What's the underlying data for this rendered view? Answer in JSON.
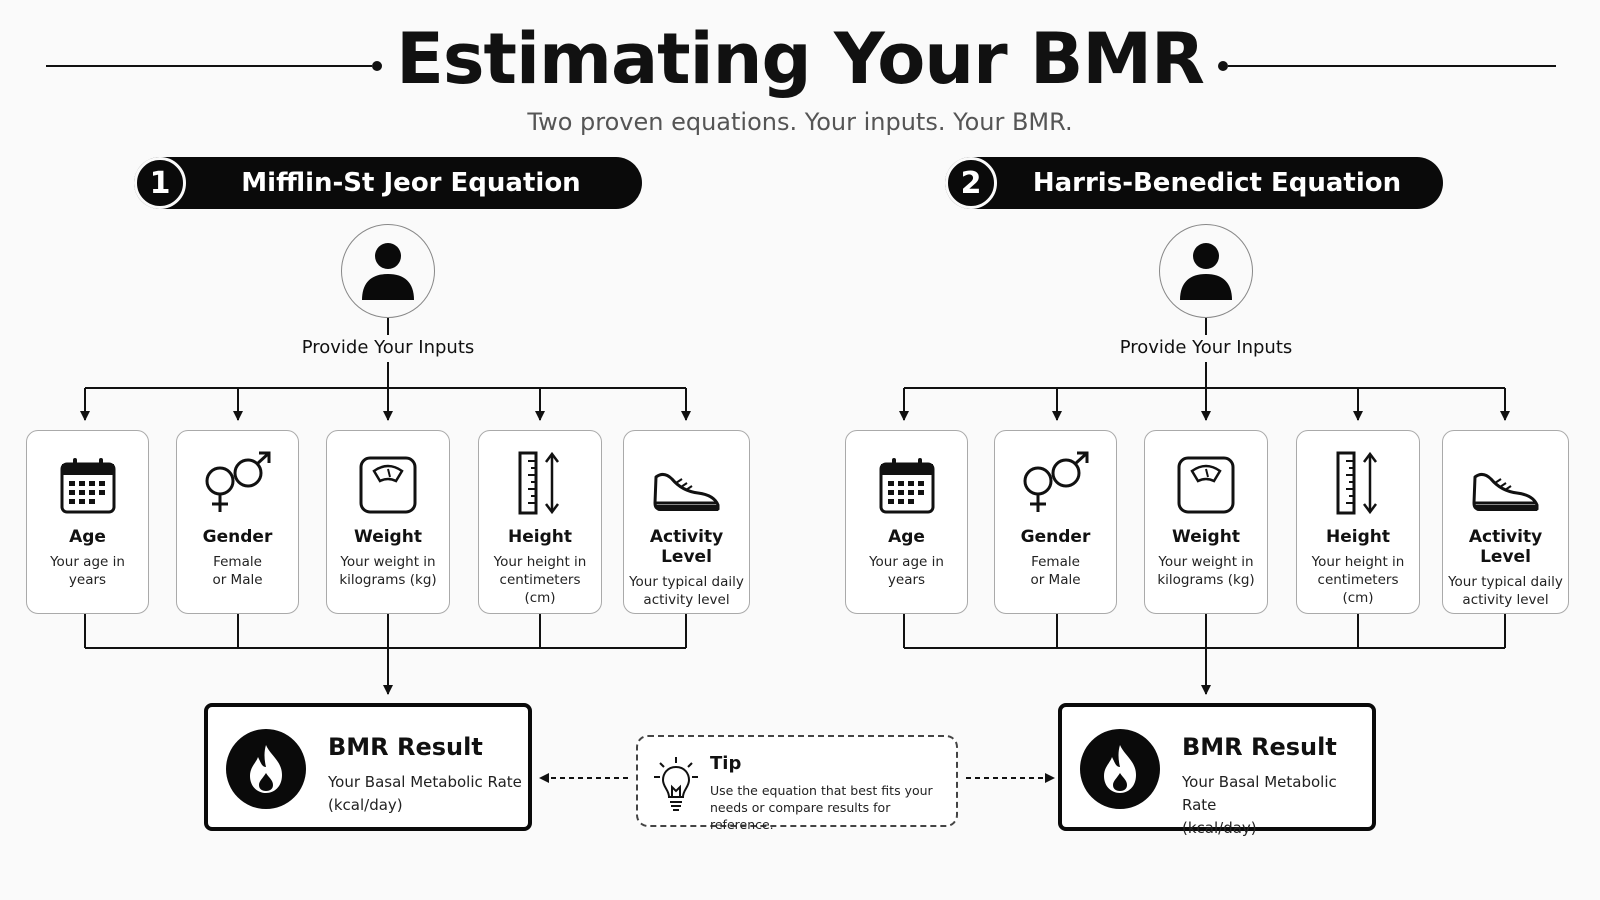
{
  "title": "Estimating Your BMR",
  "subtitle": "Two proven equations. Your inputs. Your BMR.",
  "equations": [
    {
      "number": "1",
      "name": "Mifflin-St Jeor Equation",
      "inputs_label": "Provide Your Inputs",
      "inputs": [
        {
          "icon": "calendar-icon",
          "title": "Age",
          "desc1": "Your age in",
          "desc2": "years"
        },
        {
          "icon": "gender-icon",
          "title": "Gender",
          "desc1": "Female",
          "desc2": "or Male"
        },
        {
          "icon": "scale-icon",
          "title": "Weight",
          "desc1": "Your weight in",
          "desc2": "kilograms (kg)"
        },
        {
          "icon": "ruler-icon",
          "title": "Height",
          "desc1": "Your height in",
          "desc2": "centimeters (cm)"
        },
        {
          "icon": "sneaker-icon",
          "title": "Activity Level",
          "desc1": "Your typical daily",
          "desc2": "activity level"
        }
      ],
      "result": {
        "title": "BMR Result",
        "desc1": "Your Basal Metabolic Rate",
        "desc2": "(kcal/day)"
      }
    },
    {
      "number": "2",
      "name": "Harris-Benedict Equation",
      "inputs_label": "Provide Your Inputs",
      "inputs": [
        {
          "icon": "calendar-icon",
          "title": "Age",
          "desc1": "Your age in",
          "desc2": "years"
        },
        {
          "icon": "gender-icon",
          "title": "Gender",
          "desc1": "Female",
          "desc2": "or Male"
        },
        {
          "icon": "scale-icon",
          "title": "Weight",
          "desc1": "Your weight in",
          "desc2": "kilograms (kg)"
        },
        {
          "icon": "ruler-icon",
          "title": "Height",
          "desc1": "Your height in",
          "desc2": "centimeters (cm)"
        },
        {
          "icon": "sneaker-icon",
          "title": "Activity Level",
          "desc1": "Your typical daily",
          "desc2": "activity level"
        }
      ],
      "result": {
        "title": "BMR Result",
        "desc1": "Your Basal Metabolic Rate",
        "desc2": "(kcal/day)"
      }
    }
  ],
  "tip": {
    "icon": "lightbulb-icon",
    "title": "Tip",
    "line1": "Use the equation that best fits your",
    "line2": "needs or compare results for reference."
  },
  "colors": {
    "ink": "#0a0a0a",
    "background": "#fafafa",
    "subtitle": "#555555"
  }
}
